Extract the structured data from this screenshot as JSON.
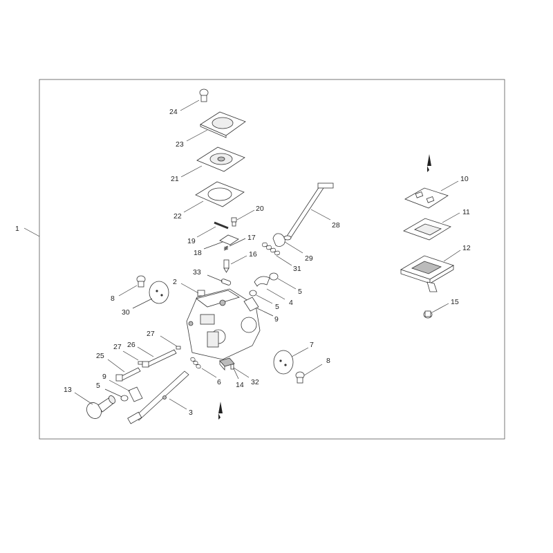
{
  "diagram": {
    "labels": {
      "n1": "1",
      "n2": "2",
      "n3": "3",
      "n4": "4",
      "n5a": "5",
      "n5b": "5",
      "n5c": "5",
      "n6": "6",
      "n7": "7",
      "n8a": "8",
      "n8b": "8",
      "n9a": "9",
      "n9b": "9",
      "n10": "10",
      "n11": "11",
      "n12": "12",
      "n13": "13",
      "n14": "14",
      "n15": "15",
      "n16": "16",
      "n17": "17",
      "n18": "18",
      "n19": "19",
      "n20": "20",
      "n21": "21",
      "n22": "22",
      "n23": "23",
      "n24": "24",
      "n25": "25",
      "n26": "26",
      "n27a": "27",
      "n27b": "27",
      "n28": "28",
      "n29": "29",
      "n30": "30",
      "n31": "31",
      "n32": "32",
      "n33": "33"
    }
  }
}
